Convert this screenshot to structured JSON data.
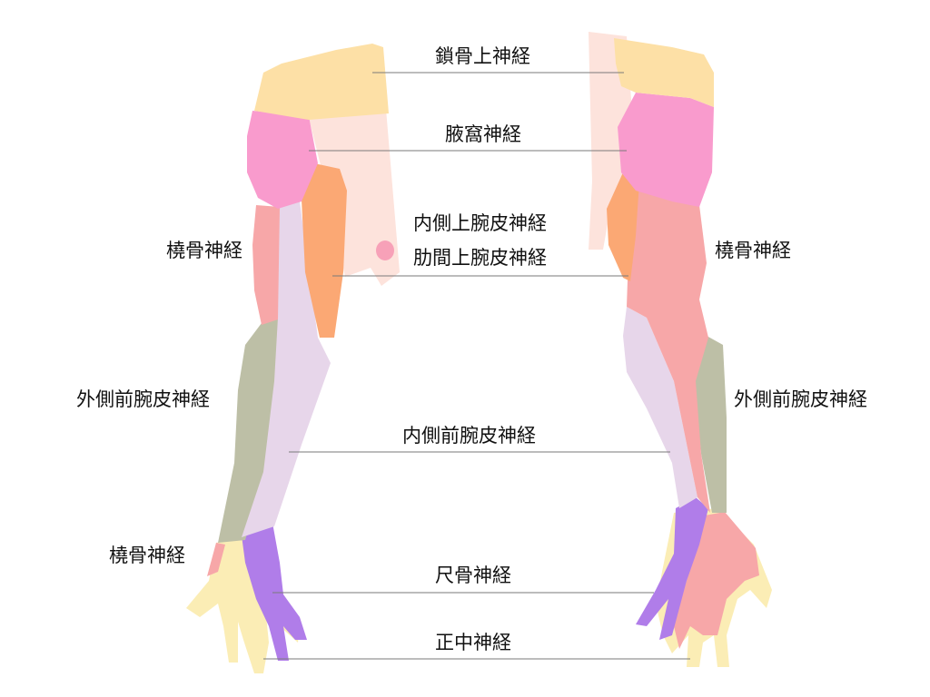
{
  "colors": {
    "supraclavicular": "#fde0a6",
    "axillary": "#f99bcd",
    "posterior_trunk": "#fde3dc",
    "medial_brachial": "#fba874",
    "radial": "#f7a7a8",
    "lateral_antebrachial": "#bdbfa6",
    "medial_antebrachial": "#e7d6ea",
    "ulnar": "#b07de9",
    "median": "#fbedb5",
    "leader_line": "#7a7a7a"
  },
  "labels": {
    "supraclavicular": "鎖骨上神経",
    "axillary": "腋窩神経",
    "medial_brachial": "内側上腕皮神経",
    "intercostobrachial": "肋間上腕皮神経",
    "radial_left": "橈骨神経",
    "radial_right": "橈骨神経",
    "lateral_antebrachial_left": "外側前腕皮神経",
    "lateral_antebrachial_right": "外側前腕皮神経",
    "medial_antebrachial": "内側前腕皮神経",
    "radial_hand": "橈骨神経",
    "ulnar": "尺骨神経",
    "median": "正中神経"
  }
}
